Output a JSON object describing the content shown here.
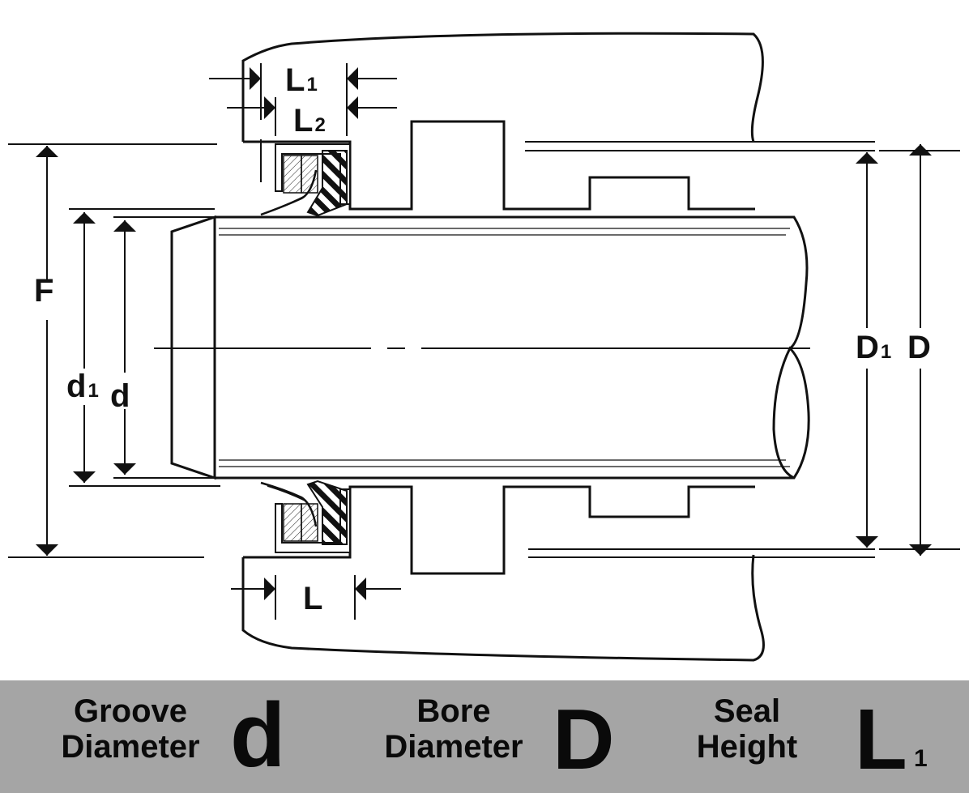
{
  "labels": {
    "L": "L",
    "L1_main": "L",
    "L1_sub": "1",
    "L2_main": "L",
    "L2_sub": "2",
    "F": "F",
    "d1_main": "d",
    "d1_sub": "1",
    "d": "d",
    "D1_main": "D",
    "D1_sub": "1",
    "D": "D"
  },
  "legend": {
    "groove": {
      "line1": "Groove",
      "line2": "Diameter",
      "symbol": "d"
    },
    "bore": {
      "line1": "Bore",
      "line2": "Diameter",
      "symbol": "D"
    },
    "seal": {
      "line1": "Seal",
      "line2": "Height",
      "symbol": "L",
      "symbol_sub": "1"
    }
  },
  "colors": {
    "ink": "#111111",
    "legend_bg": "#a5a5a5"
  }
}
